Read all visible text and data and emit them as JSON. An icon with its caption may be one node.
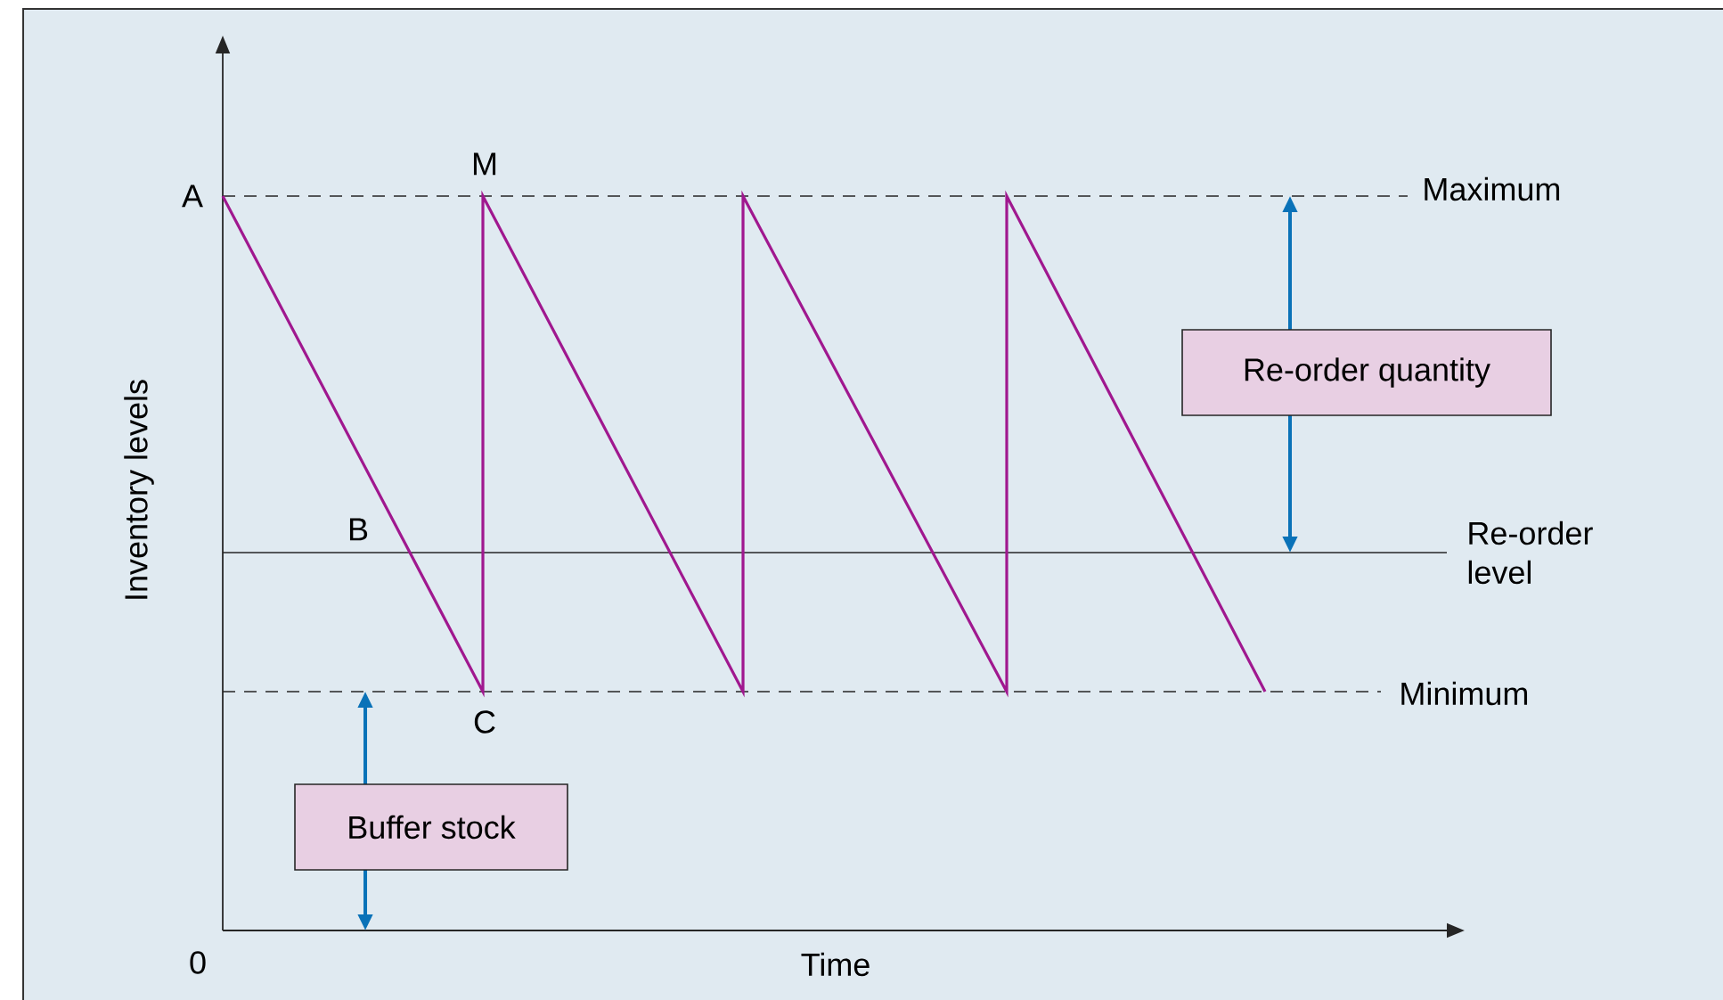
{
  "diagram": {
    "nodes": [
      {
        "text": [
          "Re-order quantity"
        ]
      },
      {
        "text": [
          "Buffer stock"
        ]
      }
    ],
    "labels": [
      "M",
      "A",
      "Maximum",
      "Inventory levels",
      "B",
      "Re-order level",
      "C",
      "Minimum",
      "0",
      "Time"
    ]
  }
}
